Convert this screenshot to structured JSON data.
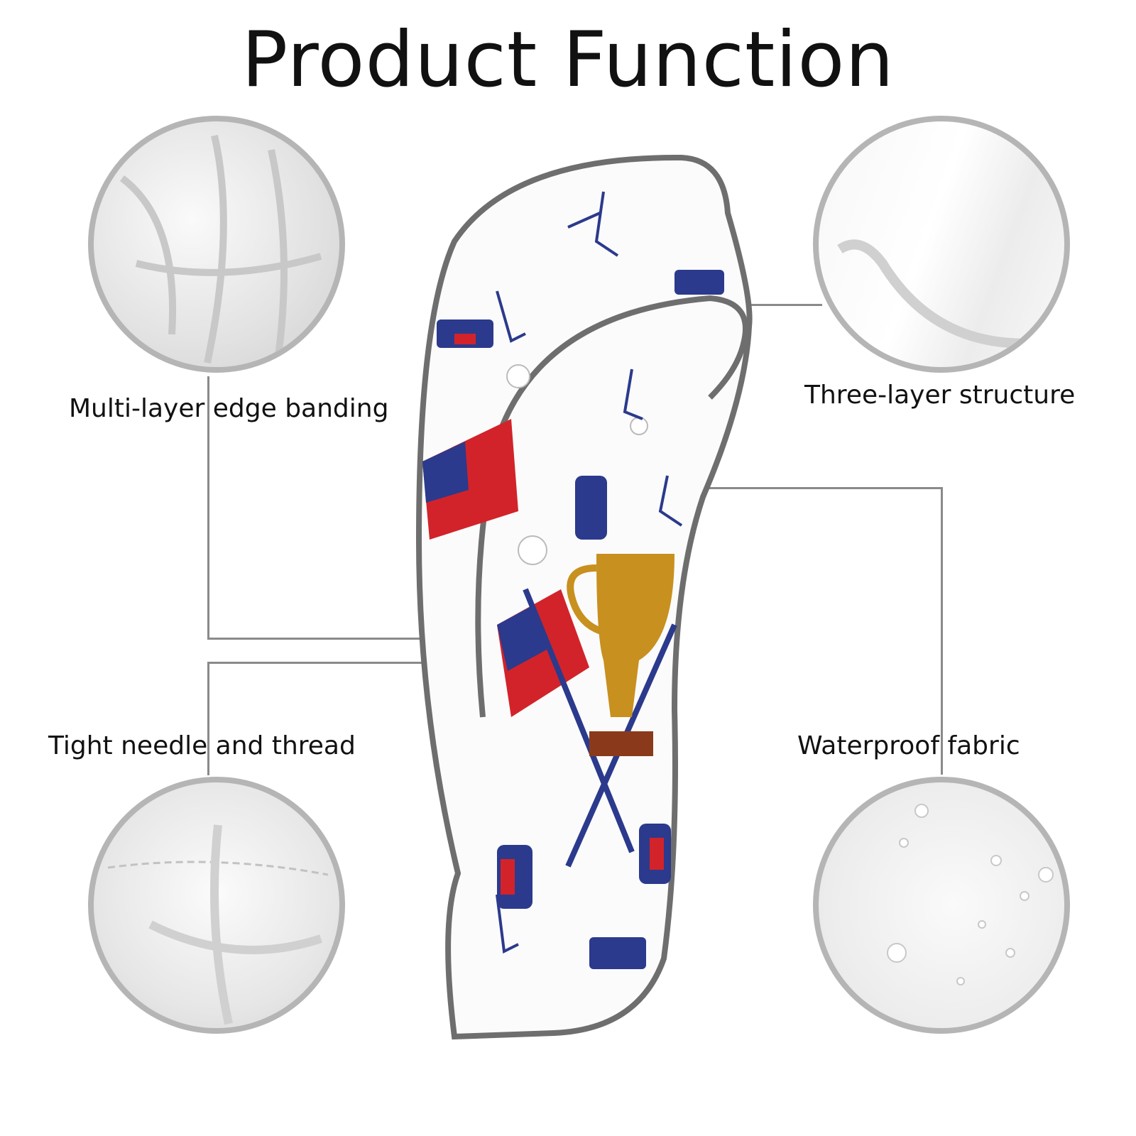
{
  "title": "Product Function",
  "features": [
    {
      "label": "Multi-layer edge banding",
      "icon": "fabric-closeup-edge"
    },
    {
      "label": "Three-layer structure",
      "icon": "fabric-closeup-layers"
    },
    {
      "label": "Tight needle and thread",
      "icon": "fabric-closeup-stitch"
    },
    {
      "label": "Waterproof fabric",
      "icon": "fabric-closeup-droplets"
    }
  ],
  "colors": {
    "border": "#b5b5b5",
    "trim": "#6e6e6e",
    "red": "#d2232a",
    "blue": "#2b3a8c",
    "gold": "#c8901e"
  }
}
